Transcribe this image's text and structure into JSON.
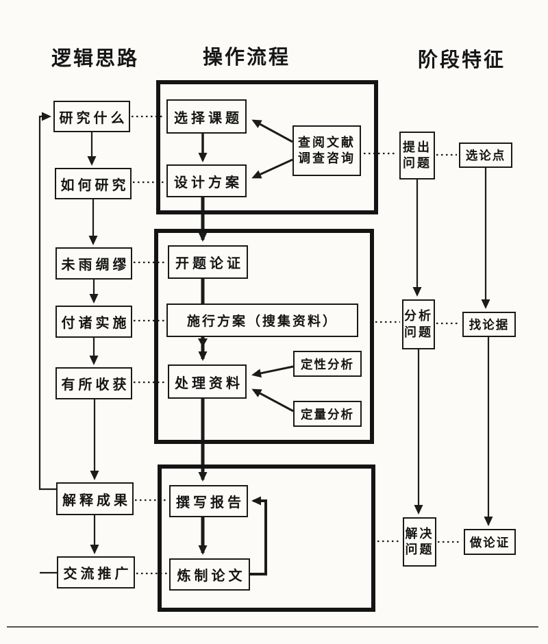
{
  "headers": {
    "logic": "逻辑思路",
    "process": "操作流程",
    "stage": "阶段特征"
  },
  "logic": {
    "steps": [
      "研究什么",
      "如何研究",
      "未雨绸缪",
      "付诸实施",
      "有所收获",
      "解释成果",
      "交流推广"
    ]
  },
  "process": {
    "select_topic": "选择课题",
    "design_plan": "设计方案",
    "literature": [
      "查阅文献",
      "调查咨询"
    ],
    "proposal": "开题论证",
    "execute": "施行方案（搜集资料）",
    "process_data": "处理资料",
    "qualitative": "定性分析",
    "quantitative": "定量分析",
    "report": "撰写报告",
    "paper": "炼制论文"
  },
  "stage": {
    "raise": [
      "提出",
      "问题"
    ],
    "analyze": [
      "分析",
      "问题"
    ],
    "solve": [
      "解决",
      "问题"
    ],
    "thesis": "选论点",
    "evidence": "找论据",
    "argument": "做论证"
  },
  "colors": {
    "ink": "#1b1b1b",
    "paper": "#fcfbf7"
  }
}
